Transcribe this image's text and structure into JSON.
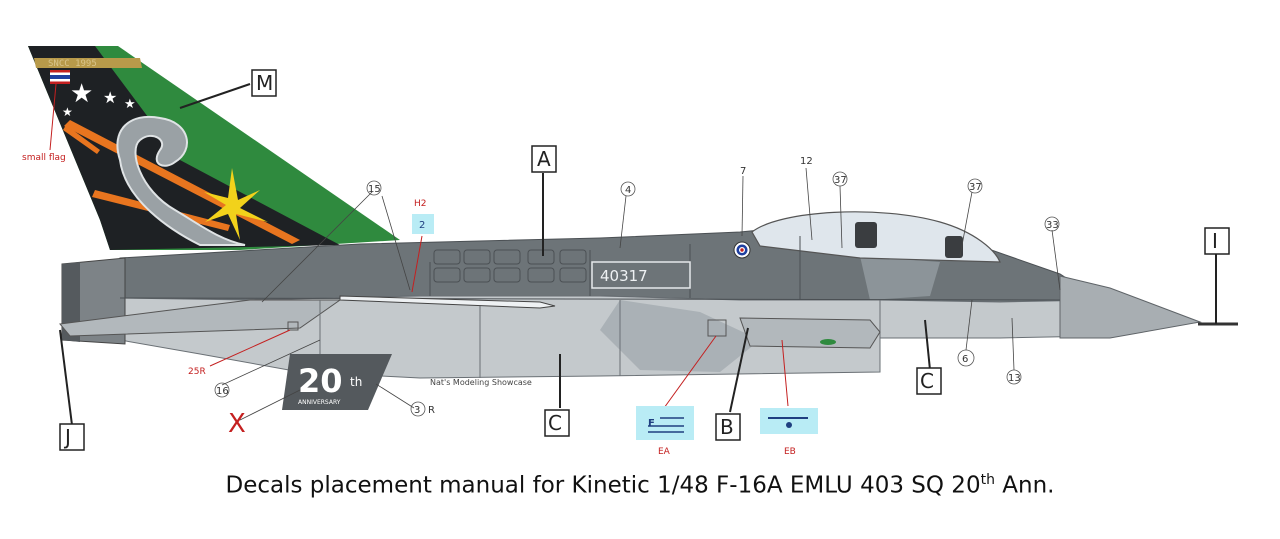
{
  "caption": {
    "main": "Decals placement manual for Kinetic 1/48 F-16A EMLU 403 SQ 20",
    "sup": "th",
    "tail": " Ann."
  },
  "tail_text": "SNCC 1995",
  "serial": "40317",
  "watermark": "Nat's Modeling Showcase",
  "emblem": {
    "big": "20",
    "sup": "th",
    "small": "ANNIVERSARY"
  },
  "box_labels": {
    "M": "M",
    "A": "A",
    "I": "I",
    "J": "J",
    "B": "B",
    "C1": "C",
    "C2": "C"
  },
  "red_labels": {
    "small_flag": "small flag",
    "h2": "H2",
    "r25": "25R",
    "ea": "EA",
    "eb": "EB",
    "x_mark": "X"
  },
  "callouts": {
    "n15": "15",
    "n4": "4",
    "n7": "7",
    "n12": "12",
    "n37a": "37",
    "n37b": "37",
    "n33": "33",
    "n6": "6",
    "n13": "13",
    "n16": "16",
    "n3": "3",
    "r": "R"
  },
  "h2_chip": "2",
  "colors": {
    "fuselage_dark": "#6d7478",
    "fuselage_light": "#c4c9cc",
    "tail_green": "#2f8a3e",
    "tail_black": "#1e2124",
    "accent_orange": "#e8751f",
    "red": "#c42020",
    "chip": "#b9ecf5"
  }
}
